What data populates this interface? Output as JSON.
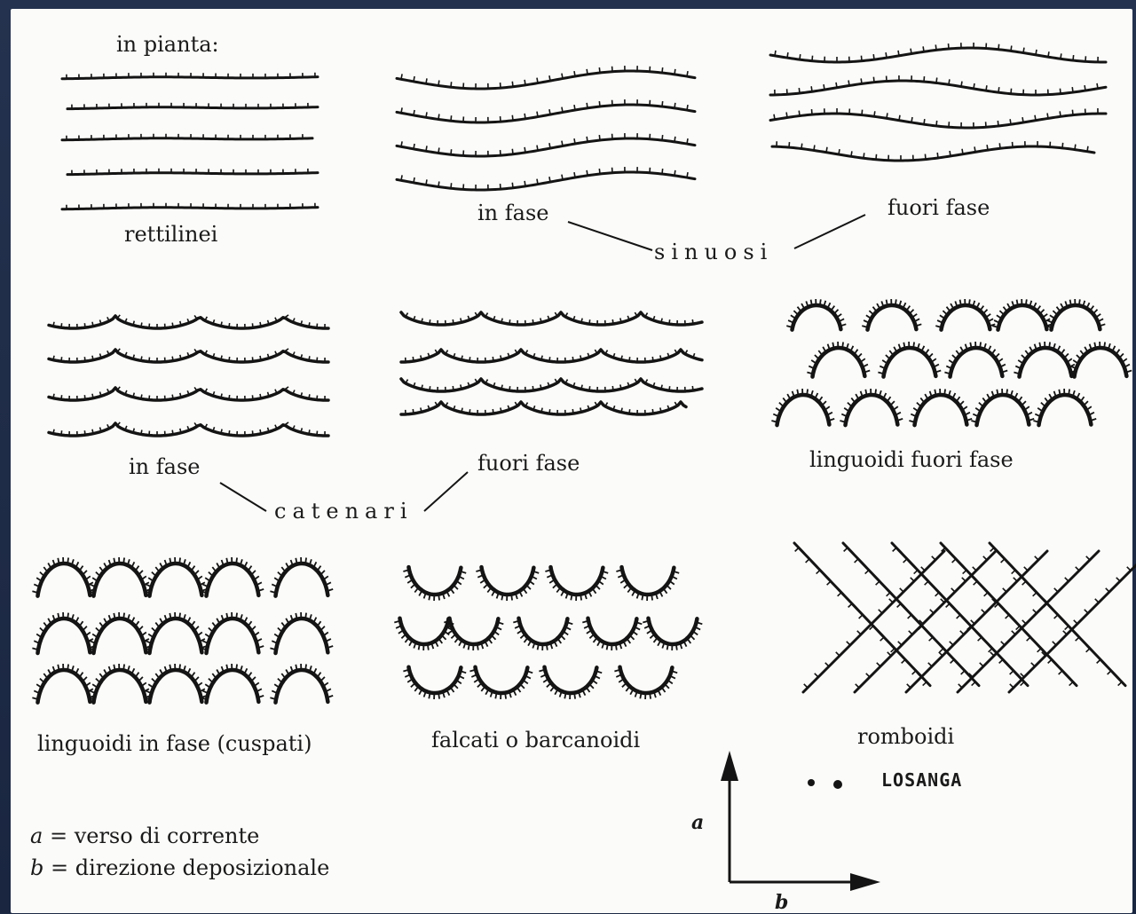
{
  "heading": "in pianta:",
  "labels": {
    "rettilinei": "rettilinei",
    "sinuosi_in_fase": "in fase",
    "sinuosi_fuori_fase": "fuori fase",
    "sinuosi": "sinuosi",
    "catenari_in_fase": "in fase",
    "catenari_fuori_fase": "fuori fase",
    "catenari": "catenari",
    "linguoidi_fuori_fase": "linguoidi fuori  fase",
    "linguoidi_in_fase": "linguoidi in fase (cuspati)",
    "falcati": "falcati o  barcanoidi",
    "romboidi": "romboidi",
    "losanga": "LOSANGA"
  },
  "legend": {
    "a_symbol": "a",
    "a_text": "= verso  di  corrente",
    "b_symbol": "b",
    "b_text": "= direzione deposizionale"
  },
  "axes": {
    "a": "a",
    "b": "b"
  },
  "colors": {
    "ink": "#141414",
    "paper": "#fbfbf9",
    "frame": "#1d2a44"
  }
}
